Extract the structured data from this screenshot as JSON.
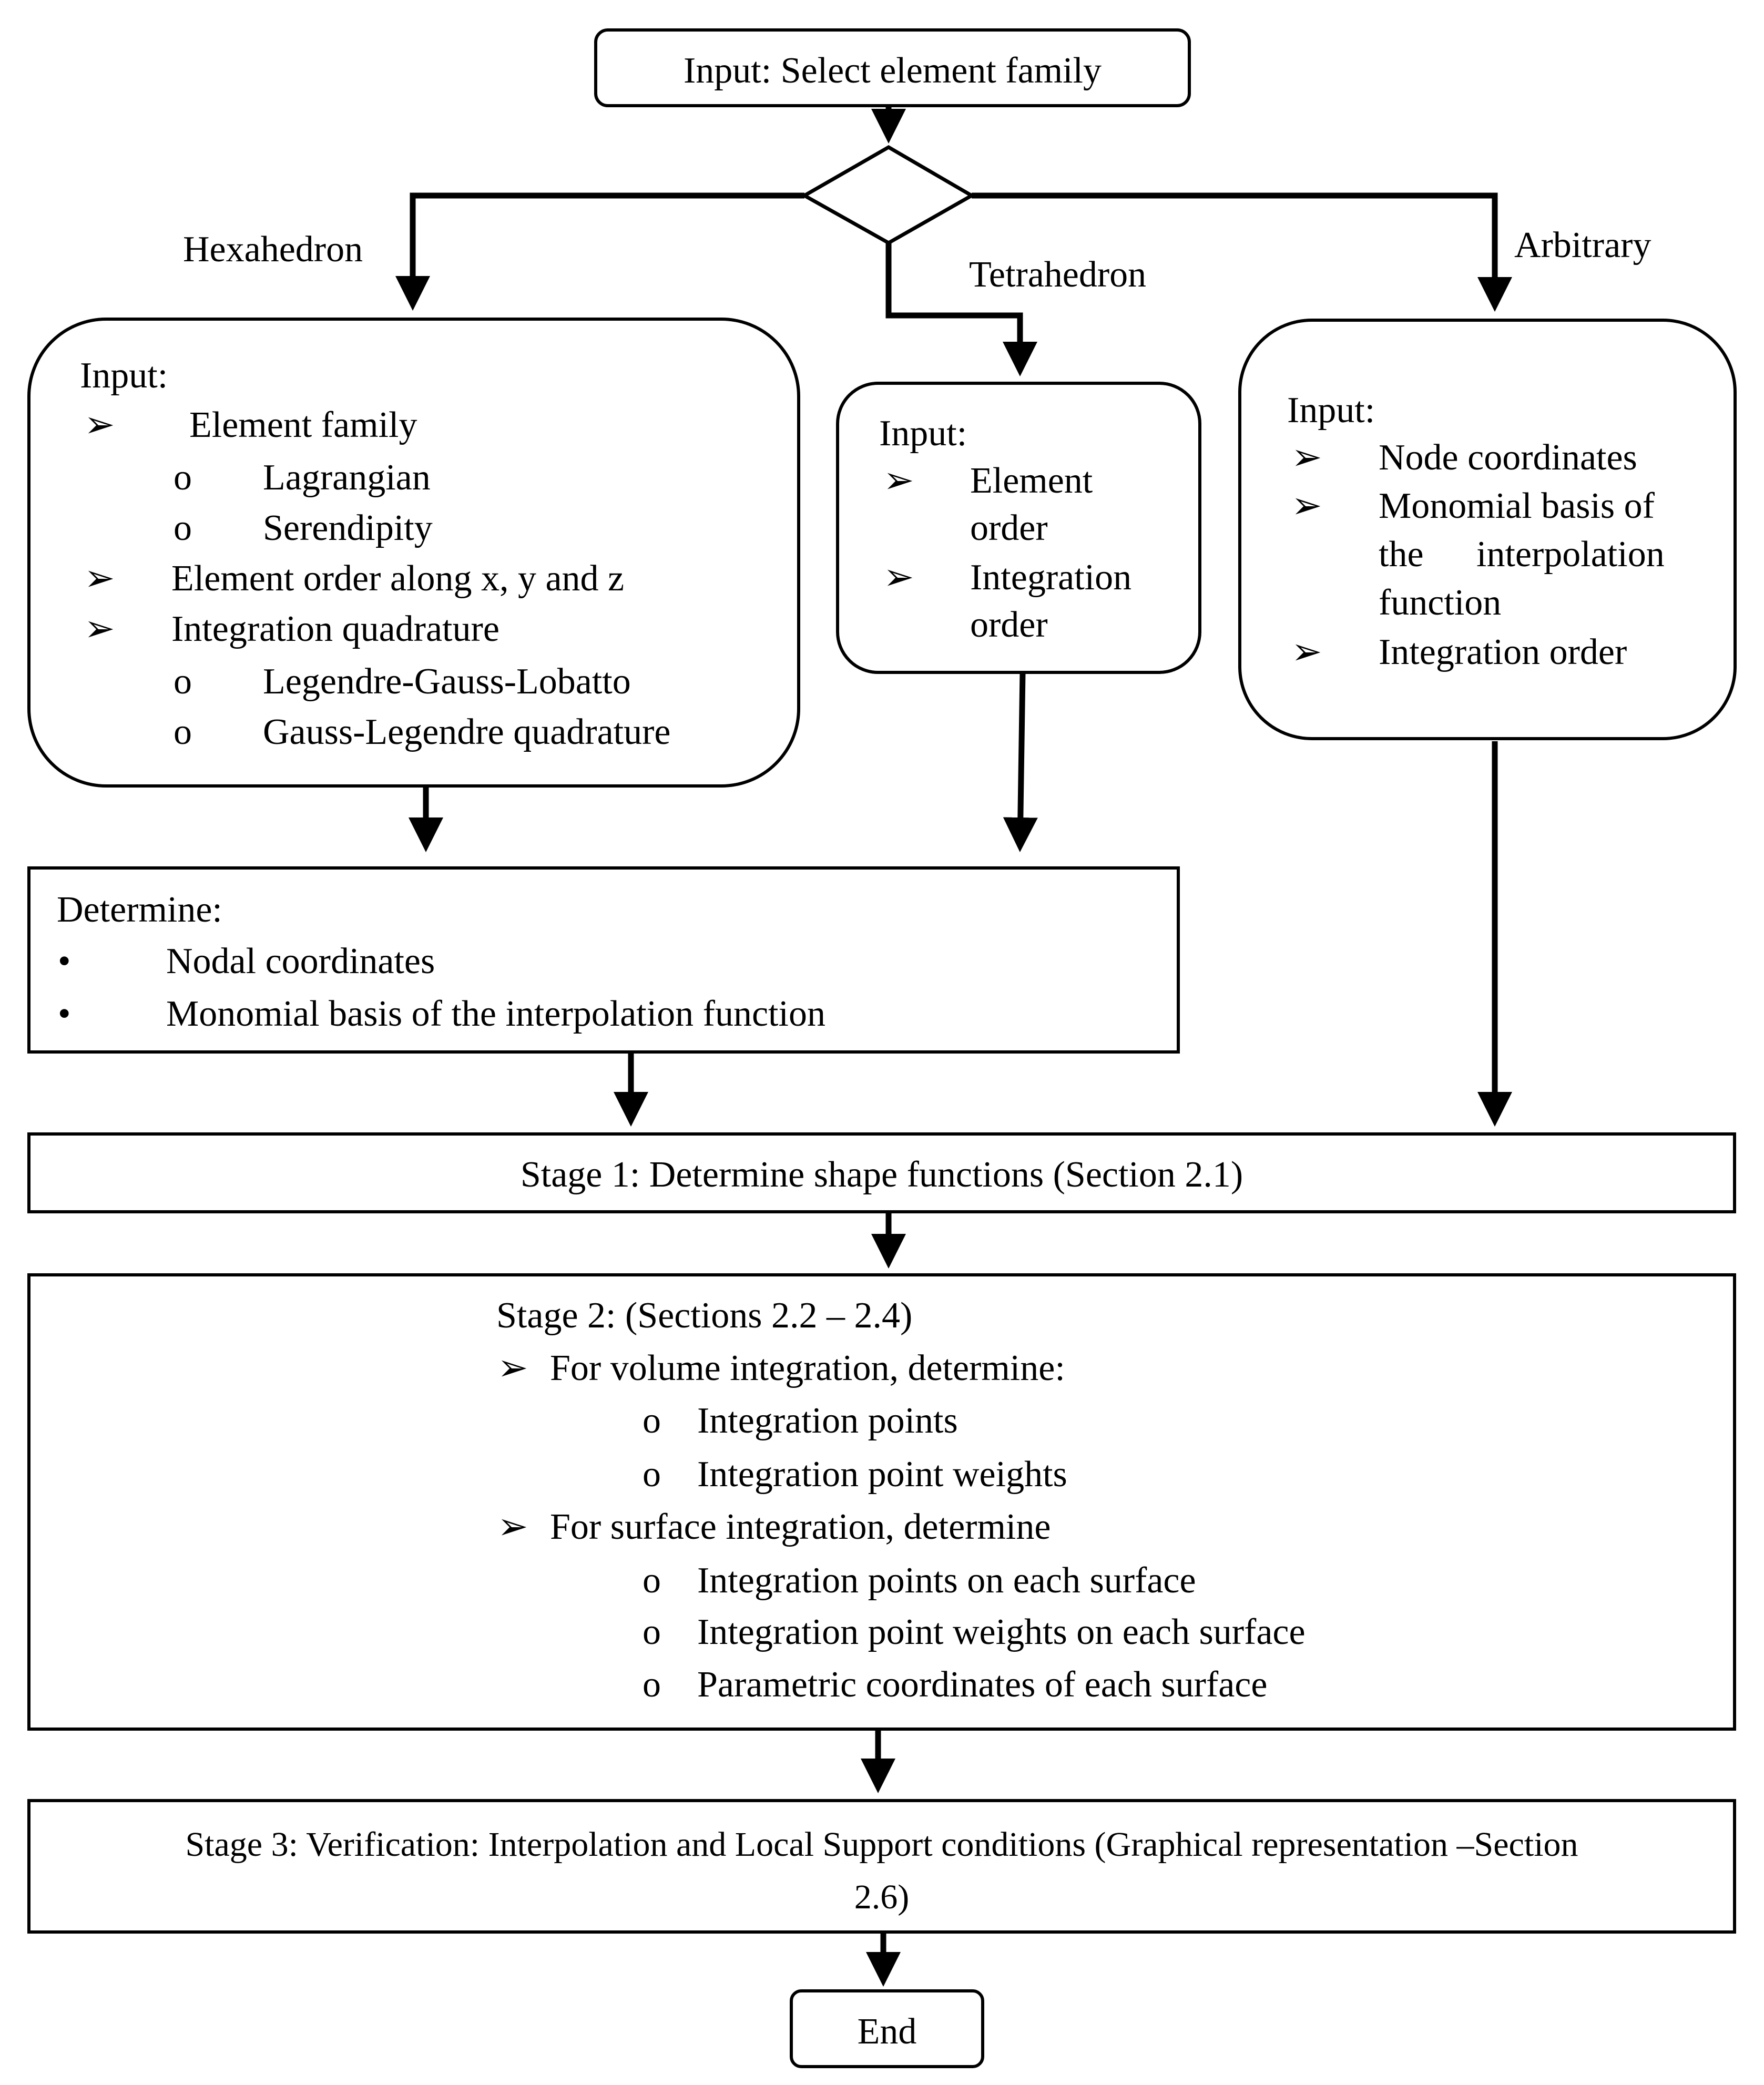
{
  "start_box": "Input: Select element family",
  "branches": {
    "hexahedron": "Hexahedron",
    "tetrahedron": "Tetrahedron",
    "arbitrary": "Arbitrary"
  },
  "hex_input": {
    "title": "Input:",
    "element_family": "Element family",
    "lagrangian": "Lagrangian",
    "serendipity": "Serendipity",
    "element_order": "Element order along x, y and z",
    "integration_quadrature": "Integration quadrature",
    "lgl": "Legendre-Gauss-Lobatto",
    "gl": "Gauss-Legendre quadrature"
  },
  "tet_input": {
    "title": "Input:",
    "element_order_1": "Element",
    "element_order_2": "order",
    "integration_order_1": "Integration",
    "integration_order_2": "order"
  },
  "arb_input": {
    "title": "Input:",
    "node_coordinates": "Node coordinates",
    "monomial_1": "Monomial basis of",
    "monomial_2a": "the",
    "monomial_2b": "interpolation",
    "monomial_3": "function",
    "integration_order": "Integration order"
  },
  "determine": {
    "title": "Determine:",
    "nodal": "Nodal coordinates",
    "monomial": "Monomial basis of the interpolation function"
  },
  "stage1": "Stage 1: Determine shape functions (Section 2.1)",
  "stage2": {
    "title": "Stage 2: (Sections 2.2 – 2.4)",
    "volume": "For volume integration, determine:",
    "vol_points": "Integration points",
    "vol_weights": "Integration point weights",
    "surface": "For surface integration, determine",
    "surf_points": "Integration points on each surface",
    "surf_weights": "Integration point weights on each surface",
    "surf_coords": "Parametric coordinates of each surface"
  },
  "stage3": {
    "line1": "Stage 3: Verification: Interpolation and Local Support conditions (Graphical representation –Section",
    "line2": "2.6)"
  },
  "end_box": "End",
  "markers": {
    "arrow": "➢",
    "circle": "o",
    "bullet": "•"
  }
}
